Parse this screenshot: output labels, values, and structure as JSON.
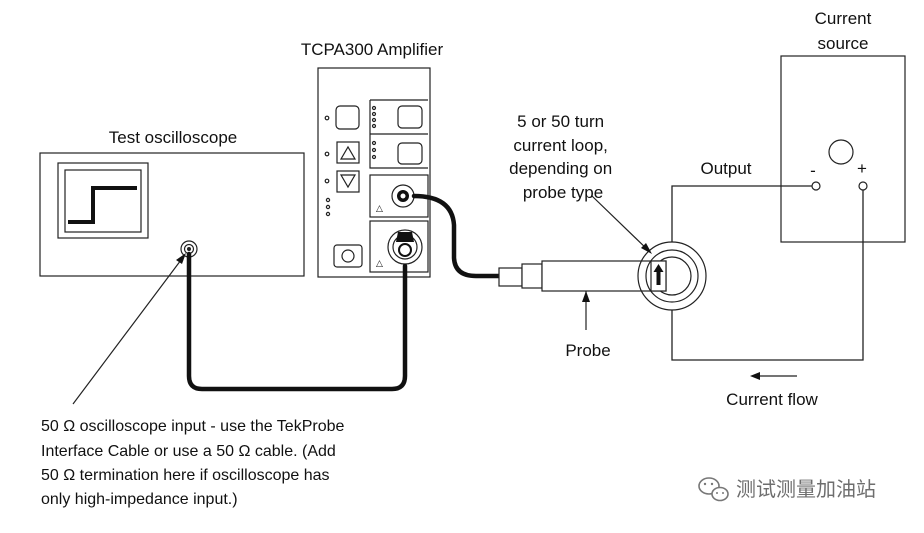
{
  "labels": {
    "test_oscilloscope": "Test oscilloscope",
    "amplifier": "TCPA300 Amplifier",
    "current_source_line1": "Current",
    "current_source_line2": "source",
    "current_loop_line1": "5 or 50 turn",
    "current_loop_line2": "current loop,",
    "current_loop_line3": "depending on",
    "current_loop_line4": "probe type",
    "output": "Output",
    "minus_terminal": "-",
    "plus_terminal": "+",
    "probe": "Probe",
    "current_flow": "Current flow"
  },
  "note": {
    "line1": "50 Ω oscilloscope input - use the TekProbe",
    "line2": "Interface Cable or use a 50 Ω cable. (Add",
    "line3": "50 Ω termination here if oscilloscope has",
    "line4": "only high-impedance input.)"
  },
  "watermark": {
    "icon": "wechat-icon",
    "text": "测试测量加油站"
  }
}
